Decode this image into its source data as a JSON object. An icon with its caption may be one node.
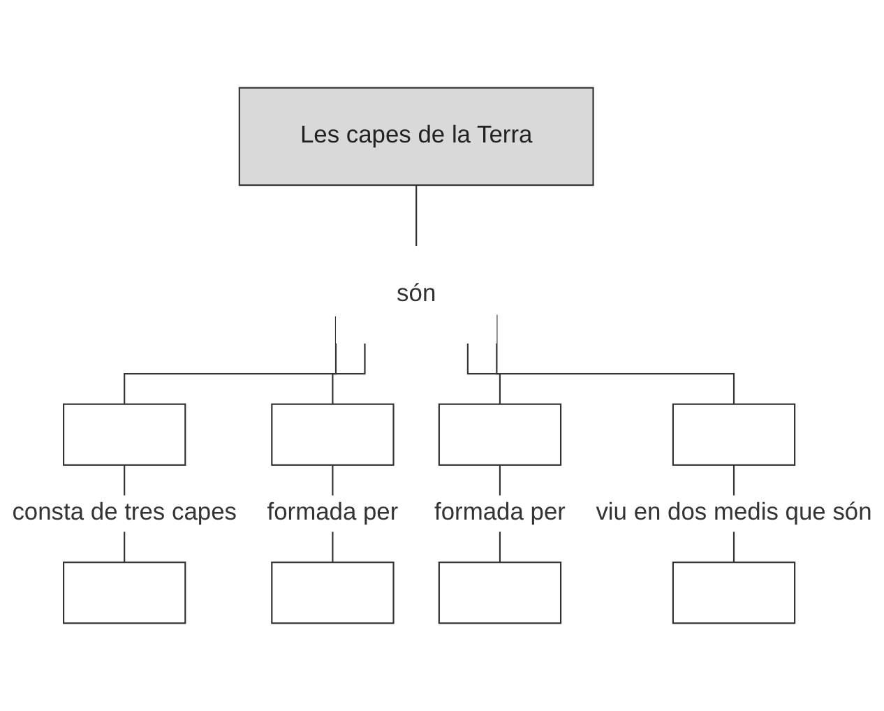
{
  "diagram": {
    "nodes": [
      {
        "text": [
          "Les capes de la Terra"
        ]
      },
      {
        "text": [
          "són"
        ]
      },
      {
        "text": [],
        "shape": "box"
      },
      {
        "text": [],
        "shape": "box"
      },
      {
        "text": [],
        "shape": "box"
      },
      {
        "text": [],
        "shape": "box"
      },
      {
        "text": [],
        "shape": "box"
      },
      {
        "text": [],
        "shape": "box"
      },
      {
        "text": [],
        "shape": "box"
      },
      {
        "text": [],
        "shape": "box"
      }
    ],
    "edges": [
      {
        "from": 0,
        "to": 1,
        "arrow": "none"
      },
      {
        "from": 1,
        "to": 2,
        "arrow": "none"
      },
      {
        "from": 1,
        "to": 3,
        "arrow": "none"
      },
      {
        "from": 1,
        "to": 4,
        "arrow": "none"
      },
      {
        "from": 1,
        "to": 5,
        "arrow": "none"
      },
      {
        "from": 2,
        "to": 6,
        "arrow": "none",
        "label": "consta de tres capes"
      },
      {
        "from": 3,
        "to": 7,
        "arrow": "none",
        "label": "formada per"
      },
      {
        "from": 4,
        "to": 8,
        "arrow": "none",
        "label": "formada per"
      },
      {
        "from": 5,
        "to": 9,
        "arrow": "none",
        "label": "viu en dos medis que són"
      }
    ]
  }
}
